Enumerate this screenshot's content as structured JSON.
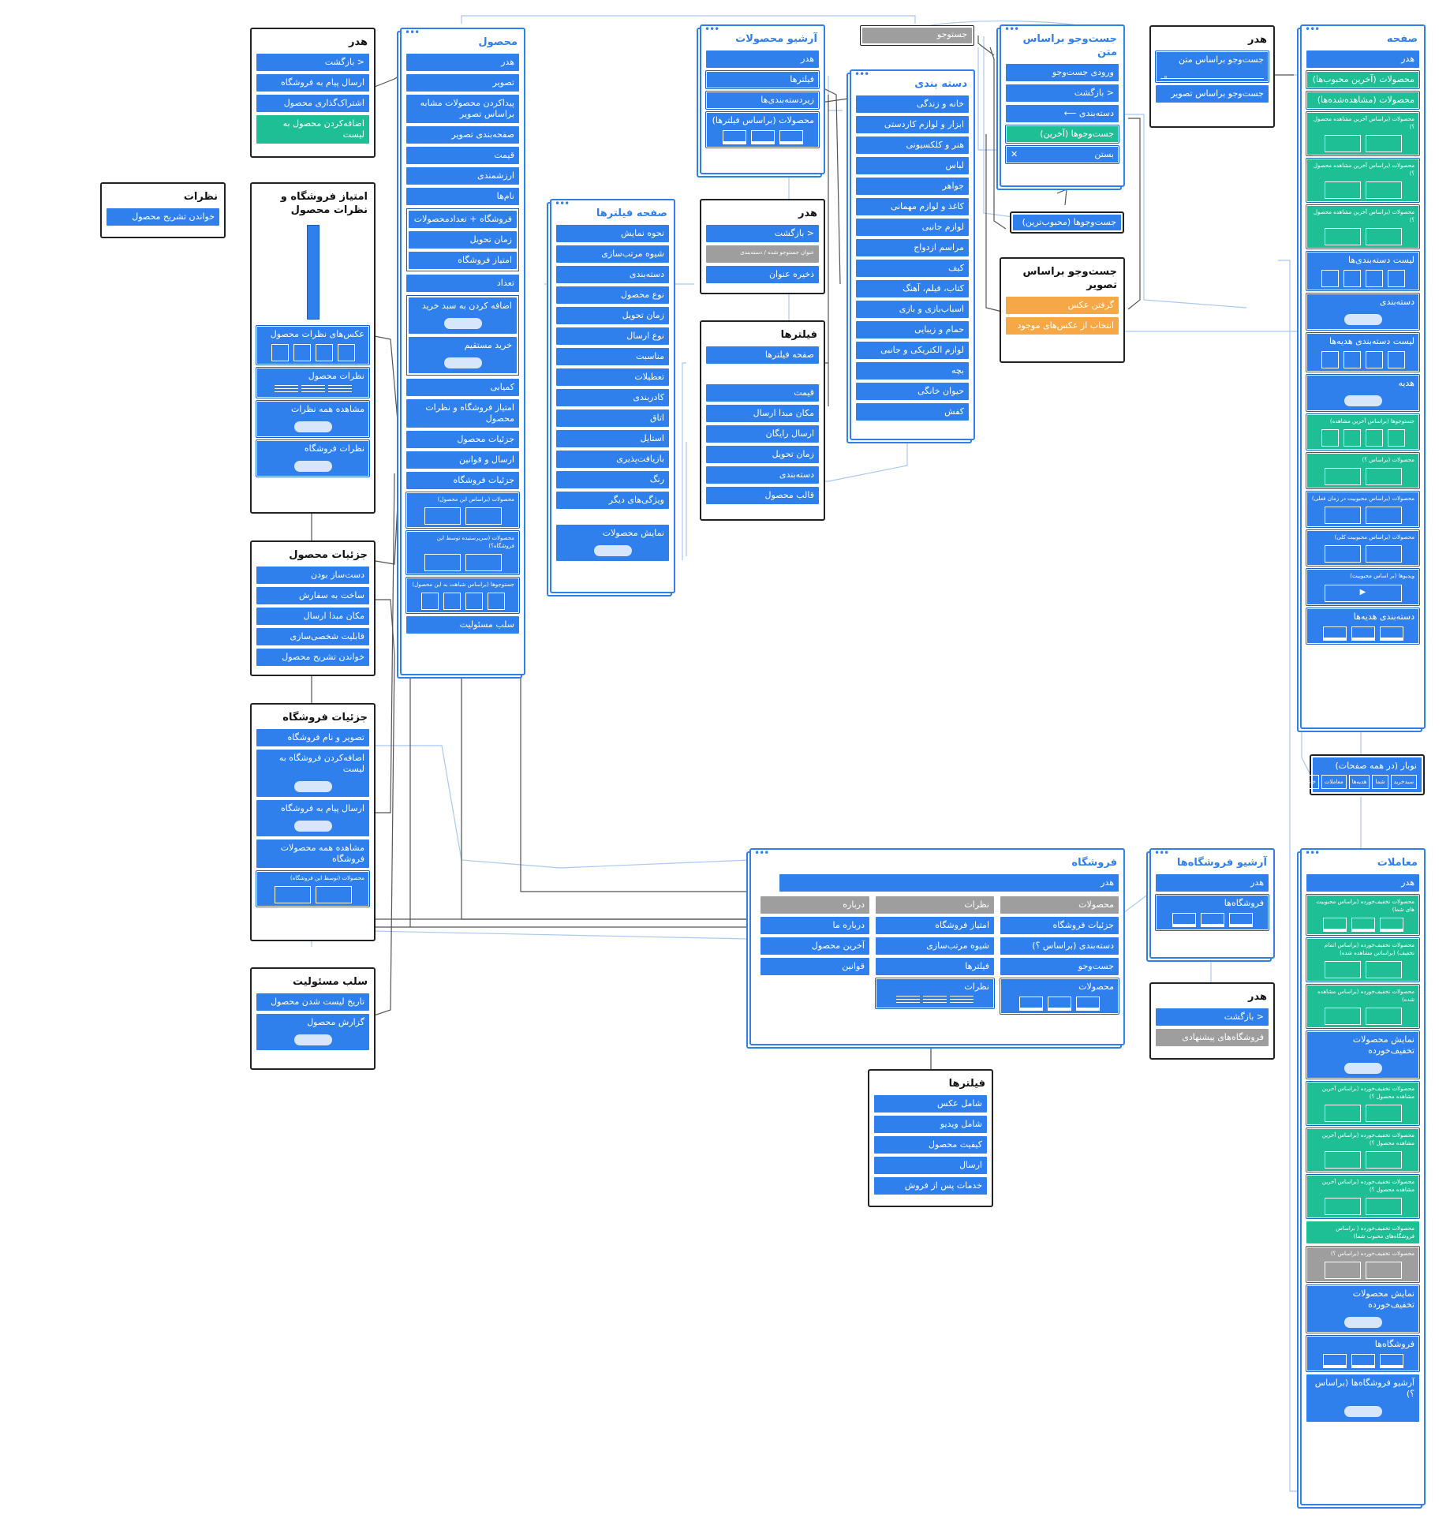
{
  "colors": {
    "primary": "#2f80ed",
    "green": "#1fbf95",
    "orange": "#f5a845",
    "gray": "#9e9e9e",
    "dark": "#222222"
  },
  "cards": {
    "header_product": {
      "title": "هدر",
      "items": [
        "< بازگشت",
        "ارسال پیام به فروشگاه",
        "اشتراک‌گذاری محصول",
        "اضافه‌کردن محصول به لیست"
      ]
    },
    "reviews": {
      "title": "نظرات",
      "items": [
        "خواندن تشریح محصول"
      ]
    },
    "store_rating": {
      "title": "امتیاز فروشگاه و نظرات محصول",
      "items": [
        "عکس‌های نظرات محصول",
        "نظرات محصول",
        "مشاهده همه نظرات",
        "نظرات فروشگاه"
      ]
    },
    "product_details": {
      "title": "جزئیات محصول",
      "items": [
        "دست‌ساز بودن",
        "ساخت به سفارش",
        "مکان مبدا ارسال",
        "قابلیت شخصی‌سازی",
        "خواندن تشریح محصول"
      ]
    },
    "store_details": {
      "title": "جزئیات فروشگاه",
      "items": [
        "تصویر و نام فروشگاه",
        "اضافه‌کردن فروشگاه به لیست",
        "ارسال پیام به فروشگاه",
        "مشاهده همه محصولات فروشگاه",
        "محصولات (توسط این فروشگاه)"
      ]
    },
    "disclaimer": {
      "title": "سلب مسئولیت",
      "items": [
        "تاریخ لیست شدن محصول",
        "گزارش محصول"
      ]
    },
    "product": {
      "title": "محصول",
      "items": [
        "هدر",
        "تصویر",
        "پیداکردن محصولات مشابه براساس تصویر",
        "صفحه‌بندی تصویر",
        "قیمت",
        "ارزشمندی",
        "نام‌ها",
        "فروشگاه + تعدادمحصولات",
        "زمان تحویل",
        "امتیاز فروشگاه",
        "تعداد",
        "اضافه کردن به سبد خرید",
        "خرید مستقیم",
        "کمیابی",
        "امتیاز فروشگاه و نظرات محصول",
        "جزئیات محصول",
        "ارسال و قوانین",
        "جزئیات فروشگاه",
        "محصولات (براساس این محصول)",
        "محصولات (سرپرستیده توسط این فروشگاه؟)",
        "جستوجوها (براساس شباهت به این محصول)",
        "سلب مسئولیت"
      ]
    },
    "filters_page": {
      "title": "صفحه فیلترها",
      "items": [
        "نحوه نمایش",
        "شیوه مرتب‌سازی",
        "دسته‌بندی",
        "نوع محصول",
        "زمان تحویل",
        "نوع ارسال",
        "مناسبت",
        "تعطیلات",
        "کادربندی",
        "اتاق",
        "استایل",
        "بازیافت‌پذیری",
        "رنگ",
        "ویژگی‌های دیگر",
        "نمایش محصولات"
      ]
    },
    "product_archive": {
      "title": "آرشیو محصولات",
      "items": [
        "هدر",
        "فیلترها",
        "زیردسته‌بندی‌ها",
        "محصولات (براساس فیلترها)"
      ]
    },
    "header_archive": {
      "title": "هدر",
      "items": [
        "< بازگشت",
        "عنوان جستوجو شده / دسته‌بندی",
        "ذخیره عنوان"
      ]
    },
    "filters_archive": {
      "title": "فیلترها",
      "items": [
        "صفحه فیلترها",
        "قیمت",
        "مکان مبدا ارسال",
        "ارسال رایگان",
        "زمان تحویل",
        "دسته‌بندی",
        "قالب محصول"
      ]
    },
    "search_top": {
      "label": "جستوجو"
    },
    "categories": {
      "title": "دسته بندی",
      "items": [
        "خانه و زندگی",
        "ابزار و لوازم کاردستی",
        "هنر و کلکسیونی",
        "لباس",
        "جواهر",
        "کاغذ و لوازم مهمانی",
        "لوازم جانبی",
        "مراسم ازدواج",
        "کیف",
        "کتاب، فیلم، آهنگ",
        "اسباب‌بازی و بازی",
        "حمام و زیبایی",
        "لوازم الکتریکی و جانبی",
        "بچه",
        "حیوان خانگی",
        "کفش"
      ]
    },
    "text_search": {
      "title": "جست‌وجو براساس متن",
      "items": [
        "ورودی جست‌وجو",
        "< بازگشت",
        "دسته‌بندی ⟵",
        "جست‌وجوها (آخرین)",
        "بستن"
      ]
    },
    "popular_searches": {
      "label": "جست‌وجوها (محبوب‌ترین)"
    },
    "image_search": {
      "title": "جست‌وجو براساس تصویر",
      "items": [
        "گرفتن عکس",
        "انتخاب از عکس‌های موجود"
      ]
    },
    "header_home": {
      "title": "هدر",
      "items": [
        "جست‌وجو براساس متن",
        "جست‌وجو براساس تصویر"
      ]
    },
    "home": {
      "title": "صفحه",
      "items": [
        "هدر",
        "محصولات (آخرین محبوب‌ها)",
        "محصولات (مشاهده‌شده‌ها)",
        "محصولات (براساس آخرین مشاهده محصول ؟)",
        "محصولات (براساس آخرین مشاهده محصول ؟)",
        "محصولات (براساس آخرین مشاهده محصول ؟)",
        "لیست دسته‌بندی‌ها",
        "دسته‌بندی",
        "لیست دسته‌بندی هدیه‌ها",
        "هدیه",
        "جستوجوها (براساس آخرین مشاهده)",
        "محصولات (براساس ؟)",
        "محصولات (براساس محبوبیت در زمان فعلی)",
        "محصولات (براساس محبوبیت کلی)",
        "ویدیوها (بر اساس محبوبیت)",
        "دسته‌بندی هدیه‌ها"
      ]
    },
    "navbar": {
      "title": "نوبار (در همه صفحات)",
      "tabs": [
        "سبدخرید",
        "شما",
        "هدیه‌ها",
        "معاملات",
        "خانه"
      ]
    },
    "store": {
      "title": "فروشگاه",
      "header": "هدر",
      "col1": [
        "محصولات",
        "جزئیات فروشگاه",
        "دسته‌بندی (براساس ؟)",
        "جست‌وجو",
        "محصولات"
      ],
      "col2": [
        "نظرات",
        "امتیاز فروشگاه",
        "شیوه مرتب‌سازی",
        "فیلترها",
        "نظرات"
      ],
      "col3": [
        "درباره",
        "درباره ما",
        "آخرین محصول",
        "قوانین"
      ]
    },
    "store_filters": {
      "title": "فیلترها",
      "items": [
        "شامل عکس",
        "شامل ویدیو",
        "کیفیت محصول",
        "ارسال",
        "خدمات پس از فروش"
      ]
    },
    "store_archive": {
      "title": "آرشیو فروشگاه‌ها",
      "items": [
        "هدر",
        "فروشگاه‌ها"
      ]
    },
    "header_store_archive": {
      "title": "هدر",
      "items": [
        "< بازگشت",
        "فروشگاه‌های پیشنهادی"
      ]
    },
    "deals": {
      "title": "معاملات",
      "items": [
        "هدر",
        "محصولات تخفیف‌خورده (براساس محبوبیت های شما)",
        "محصولات تخفیف‌خورده (براساس اتمام تخفیف) (براساس مشاهده شده)",
        "محصولات تخفیف‌خورده (براساس مشاهده شده)",
        "نمایش محصولات تخفیف‌خورده",
        "محصولات تخفیف‌خورده (براساس آخرین مشاهده محصول ؟)",
        "محصولات تخفیف‌خورده (براساس آخرین مشاهده محصول ؟)",
        "محصولات تخفیف‌خورده (براساس آخرین مشاهده محصول ؟)",
        "محصولات تخفیف‌خورده ( براساس فروشگاه‌های محبوب شما)",
        "محصولات تخفیف‌خورده (براساس ؟)",
        "نمایش محصولات تخفیف‌خورده",
        "فروشگاه‌ها",
        "آرشیو فروشگاه‌ها (براساس ؟)"
      ]
    }
  }
}
